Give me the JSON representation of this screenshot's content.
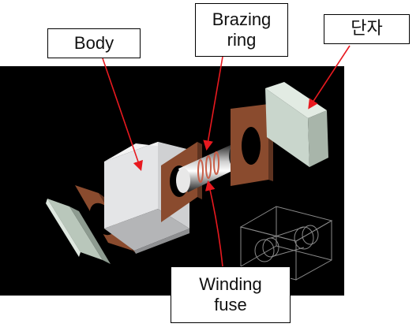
{
  "labels": {
    "body": "Body",
    "brazing_line1": "Brazing",
    "brazing_line2": "ring",
    "terminal": "단자",
    "winding_line1": "Winding",
    "winding_line2": "fuse"
  },
  "colors": {
    "background": "#000000",
    "arrow": "#e8191f",
    "copper_plate": "#8a4b2e",
    "terminal_plate": "#c9d6cc",
    "body_block": "#d9dadc"
  }
}
